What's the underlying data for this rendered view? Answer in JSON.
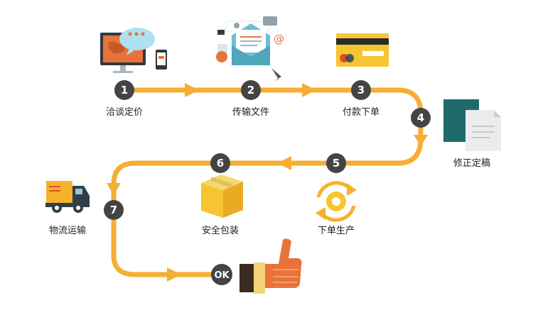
{
  "steps": [
    {
      "num": "1",
      "label": "洽谈定价",
      "icon": "monitor-chat-icon"
    },
    {
      "num": "2",
      "label": "传输文件",
      "icon": "envelope-icon"
    },
    {
      "num": "3",
      "label": "付款下单",
      "icon": "credit-card-icon"
    },
    {
      "num": "4",
      "label": "修正定稿",
      "icon": "document-icon"
    },
    {
      "num": "5",
      "label": "下单生产",
      "icon": "gear-cycle-icon"
    },
    {
      "num": "6",
      "label": "安全包装",
      "icon": "package-box-icon"
    },
    {
      "num": "7",
      "label": "物流运输",
      "icon": "truck-icon"
    },
    {
      "num": "OK",
      "label": "",
      "icon": "thumbs-up-icon"
    }
  ],
  "colors": {
    "path": "#f5ae33",
    "node": "#444444",
    "accent_orange": "#e8733a",
    "teal": "#1f6b6b"
  }
}
